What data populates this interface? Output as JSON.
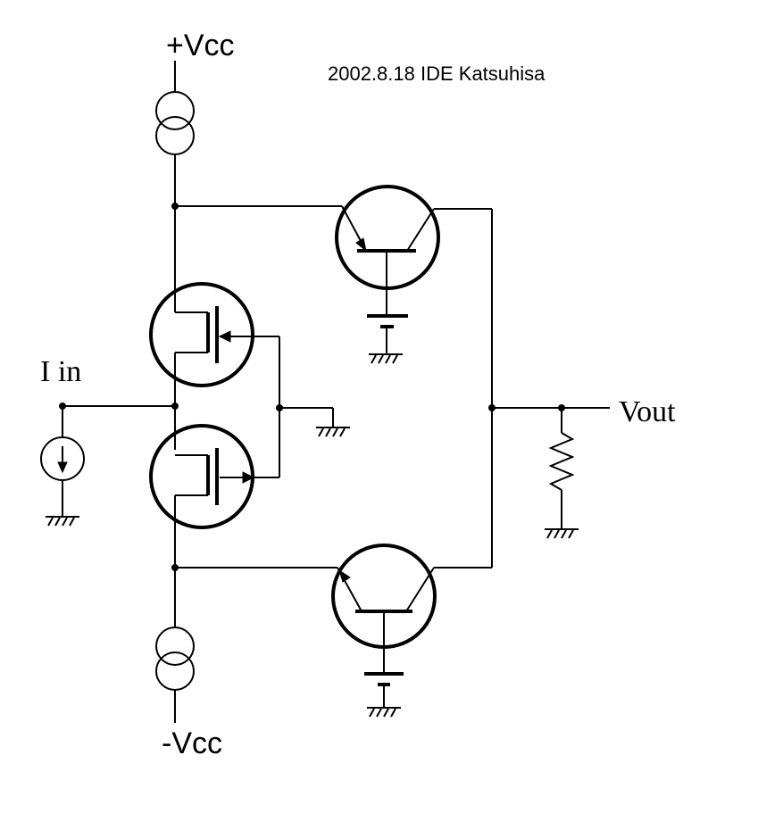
{
  "labels": {
    "vcc_pos": "+Vcc",
    "vcc_neg": "-Vcc",
    "input": "I in",
    "output": "Vout",
    "credit": "2002.8.18  IDE Katsuhisa"
  },
  "colors": {
    "ink": "#000000",
    "background": "#ffffff"
  }
}
